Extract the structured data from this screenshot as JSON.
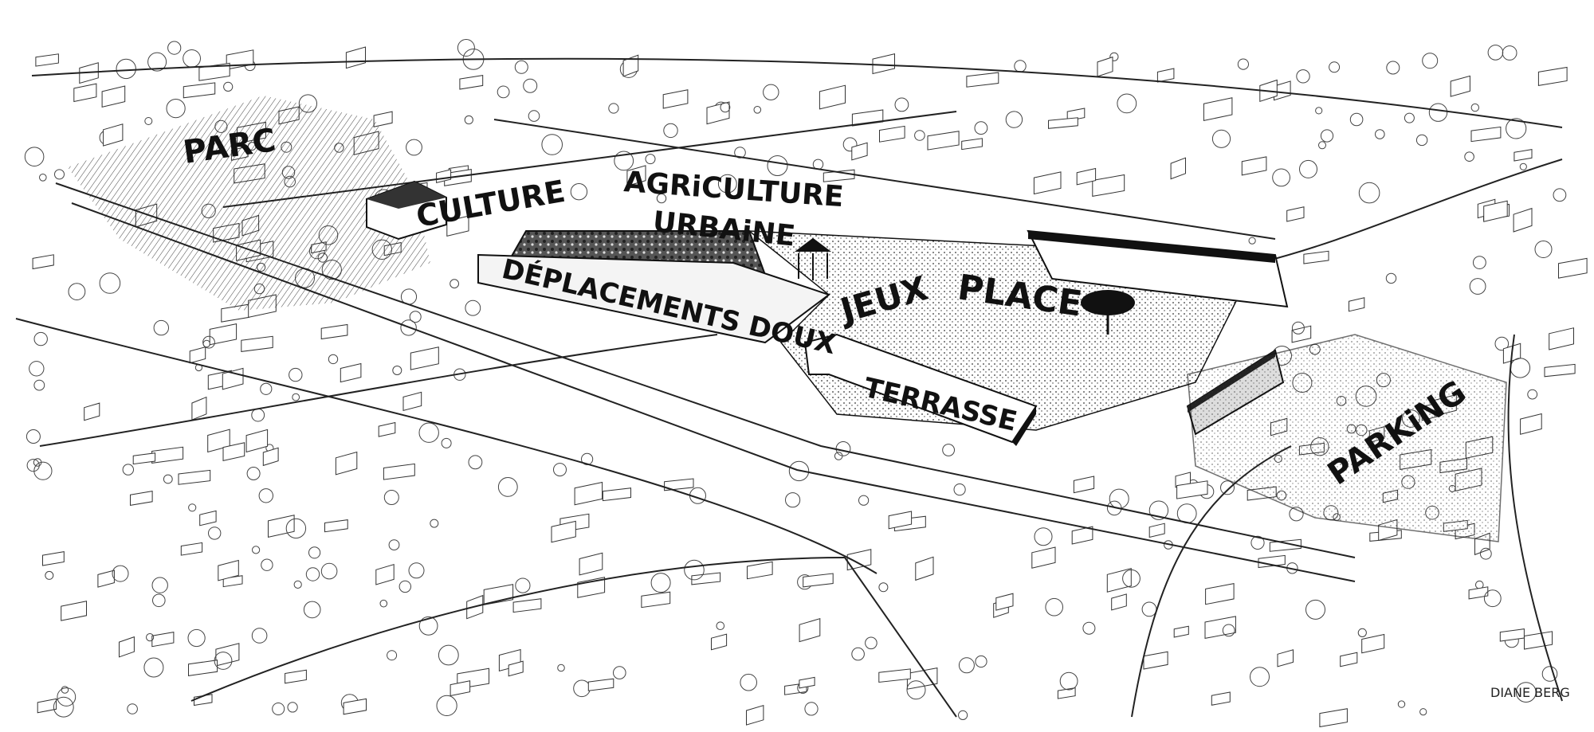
{
  "labels": {
    "parc": "PARC",
    "culture": "CULTURE",
    "agriculture": "AGRiCULTURE",
    "urbaine": "URBAiNE",
    "deplacements": "DÉPLACEMENTS DOUX",
    "jeux": "JEUX",
    "place": "PLACE",
    "terrasse": "TERRASSE",
    "parking": "PARKiNG"
  },
  "signature": "DIANE BERG",
  "colors": {
    "ink": "#111111",
    "paper": "#ffffff",
    "block": "#2a2a2a"
  }
}
